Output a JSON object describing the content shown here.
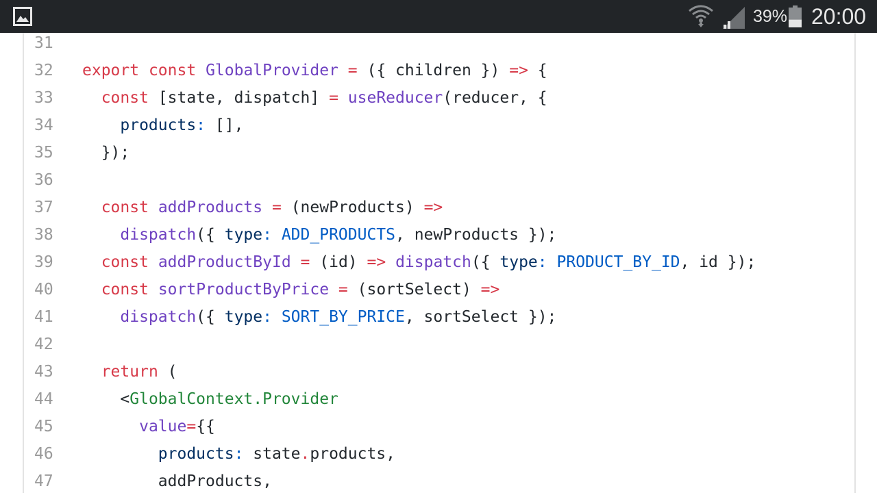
{
  "status_bar": {
    "battery_percent": "39%",
    "battery_level": 0.39,
    "clock": "20:00",
    "icons": [
      "image-notification-icon",
      "wifi-icon",
      "signal-icon",
      "battery-icon"
    ]
  },
  "colors": {
    "keyword": "#d73a49",
    "function": "#6f42c1",
    "property": "#032f62",
    "constant": "#005cc5",
    "tag": "#22863a",
    "plain": "#24292e",
    "line_number": "#9a9a9a"
  },
  "code": {
    "lines": [
      {
        "num": "31",
        "tokens": []
      },
      {
        "num": "32",
        "tokens": [
          {
            "t": "export",
            "c": "kw"
          },
          {
            "t": " ",
            "c": "plain"
          },
          {
            "t": "const",
            "c": "kw"
          },
          {
            "t": " ",
            "c": "plain"
          },
          {
            "t": "GlobalProvider",
            "c": "fn"
          },
          {
            "t": " ",
            "c": "plain"
          },
          {
            "t": "=",
            "c": "kw"
          },
          {
            "t": " ({ children }) ",
            "c": "plain"
          },
          {
            "t": "=>",
            "c": "kw"
          },
          {
            "t": " {",
            "c": "plain"
          }
        ]
      },
      {
        "num": "33",
        "tokens": [
          {
            "t": "  ",
            "c": "plain"
          },
          {
            "t": "const",
            "c": "kw"
          },
          {
            "t": " [state, dispatch] ",
            "c": "plain"
          },
          {
            "t": "=",
            "c": "kw"
          },
          {
            "t": " ",
            "c": "plain"
          },
          {
            "t": "useReducer",
            "c": "fn"
          },
          {
            "t": "(reducer, {",
            "c": "plain"
          }
        ]
      },
      {
        "num": "34",
        "tokens": [
          {
            "t": "    ",
            "c": "plain"
          },
          {
            "t": "products",
            "c": "prop"
          },
          {
            "t": ":",
            "c": "cst"
          },
          {
            "t": " [],",
            "c": "plain"
          }
        ]
      },
      {
        "num": "35",
        "tokens": [
          {
            "t": "  });",
            "c": "plain"
          }
        ]
      },
      {
        "num": "36",
        "tokens": []
      },
      {
        "num": "37",
        "tokens": [
          {
            "t": "  ",
            "c": "plain"
          },
          {
            "t": "const",
            "c": "kw"
          },
          {
            "t": " ",
            "c": "plain"
          },
          {
            "t": "addProducts",
            "c": "fn"
          },
          {
            "t": " ",
            "c": "plain"
          },
          {
            "t": "=",
            "c": "kw"
          },
          {
            "t": " (newProducts) ",
            "c": "plain"
          },
          {
            "t": "=>",
            "c": "kw"
          }
        ]
      },
      {
        "num": "38",
        "tokens": [
          {
            "t": "    ",
            "c": "plain"
          },
          {
            "t": "dispatch",
            "c": "fn"
          },
          {
            "t": "({ ",
            "c": "plain"
          },
          {
            "t": "type",
            "c": "prop"
          },
          {
            "t": ":",
            "c": "cst"
          },
          {
            "t": " ",
            "c": "plain"
          },
          {
            "t": "ADD_PRODUCTS",
            "c": "cst"
          },
          {
            "t": ", newProducts });",
            "c": "plain"
          }
        ]
      },
      {
        "num": "39",
        "tokens": [
          {
            "t": "  ",
            "c": "plain"
          },
          {
            "t": "const",
            "c": "kw"
          },
          {
            "t": " ",
            "c": "plain"
          },
          {
            "t": "addProductById",
            "c": "fn"
          },
          {
            "t": " ",
            "c": "plain"
          },
          {
            "t": "=",
            "c": "kw"
          },
          {
            "t": " (id) ",
            "c": "plain"
          },
          {
            "t": "=>",
            "c": "kw"
          },
          {
            "t": " ",
            "c": "plain"
          },
          {
            "t": "dispatch",
            "c": "fn"
          },
          {
            "t": "({ ",
            "c": "plain"
          },
          {
            "t": "type",
            "c": "prop"
          },
          {
            "t": ":",
            "c": "cst"
          },
          {
            "t": " ",
            "c": "plain"
          },
          {
            "t": "PRODUCT_BY_ID",
            "c": "cst"
          },
          {
            "t": ", id });",
            "c": "plain"
          }
        ]
      },
      {
        "num": "40",
        "tokens": [
          {
            "t": "  ",
            "c": "plain"
          },
          {
            "t": "const",
            "c": "kw"
          },
          {
            "t": " ",
            "c": "plain"
          },
          {
            "t": "sortProductByPrice",
            "c": "fn"
          },
          {
            "t": " ",
            "c": "plain"
          },
          {
            "t": "=",
            "c": "kw"
          },
          {
            "t": " (sortSelect) ",
            "c": "plain"
          },
          {
            "t": "=>",
            "c": "kw"
          }
        ]
      },
      {
        "num": "41",
        "tokens": [
          {
            "t": "    ",
            "c": "plain"
          },
          {
            "t": "dispatch",
            "c": "fn"
          },
          {
            "t": "({ ",
            "c": "plain"
          },
          {
            "t": "type",
            "c": "prop"
          },
          {
            "t": ":",
            "c": "cst"
          },
          {
            "t": " ",
            "c": "plain"
          },
          {
            "t": "SORT_BY_PRICE",
            "c": "cst"
          },
          {
            "t": ", sortSelect });",
            "c": "plain"
          }
        ]
      },
      {
        "num": "42",
        "tokens": []
      },
      {
        "num": "43",
        "tokens": [
          {
            "t": "  ",
            "c": "plain"
          },
          {
            "t": "return",
            "c": "kw"
          },
          {
            "t": " (",
            "c": "plain"
          }
        ]
      },
      {
        "num": "44",
        "tokens": [
          {
            "t": "    <",
            "c": "plain"
          },
          {
            "t": "GlobalContext.Provider",
            "c": "tag"
          }
        ]
      },
      {
        "num": "45",
        "tokens": [
          {
            "t": "      ",
            "c": "plain"
          },
          {
            "t": "value",
            "c": "fn"
          },
          {
            "t": "=",
            "c": "kw"
          },
          {
            "t": "{{",
            "c": "plain"
          }
        ]
      },
      {
        "num": "46",
        "tokens": [
          {
            "t": "        ",
            "c": "plain"
          },
          {
            "t": "products",
            "c": "prop"
          },
          {
            "t": ":",
            "c": "cst"
          },
          {
            "t": " state",
            "c": "plain"
          },
          {
            "t": ".",
            "c": "kw"
          },
          {
            "t": "products,",
            "c": "plain"
          }
        ]
      },
      {
        "num": "47",
        "tokens": [
          {
            "t": "        addProducts,",
            "c": "plain"
          }
        ]
      }
    ]
  }
}
